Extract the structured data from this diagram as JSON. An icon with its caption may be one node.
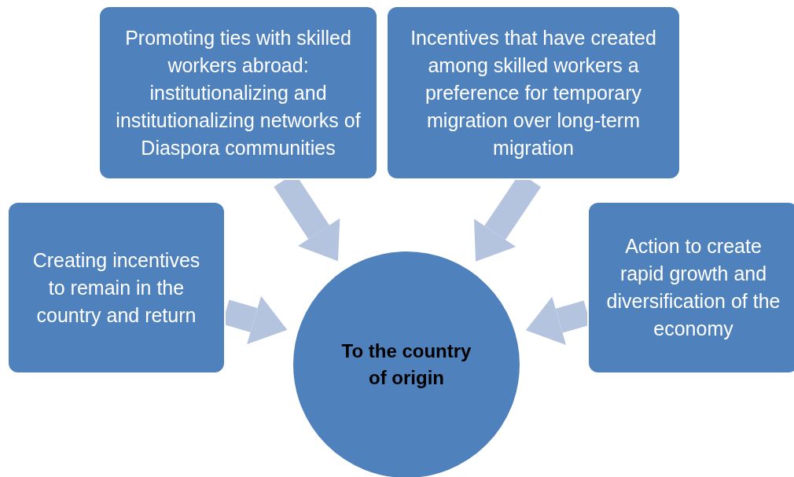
{
  "diagram": {
    "nodes": [
      {
        "text": [
          "To the country of origin"
        ]
      },
      {
        "text": [
          "Creating incentives to remain in the country and return"
        ]
      },
      {
        "text": [
          "Promoting ties with skilled workers abroad: institutionalizing and institutionalizing networks of Diaspora communities"
        ]
      },
      {
        "text": [
          "Incentives that have created among skilled workers a preference for temporary migration over long-term migration"
        ]
      },
      {
        "text": [
          "Action to create rapid growth and diversification of the economy"
        ]
      }
    ],
    "edges": [
      {
        "from": 1,
        "to": 0,
        "arrow": "to"
      },
      {
        "from": 2,
        "to": 0,
        "arrow": "to"
      },
      {
        "from": 3,
        "to": 0,
        "arrow": "to"
      },
      {
        "from": 4,
        "to": 0,
        "arrow": "to"
      }
    ]
  }
}
